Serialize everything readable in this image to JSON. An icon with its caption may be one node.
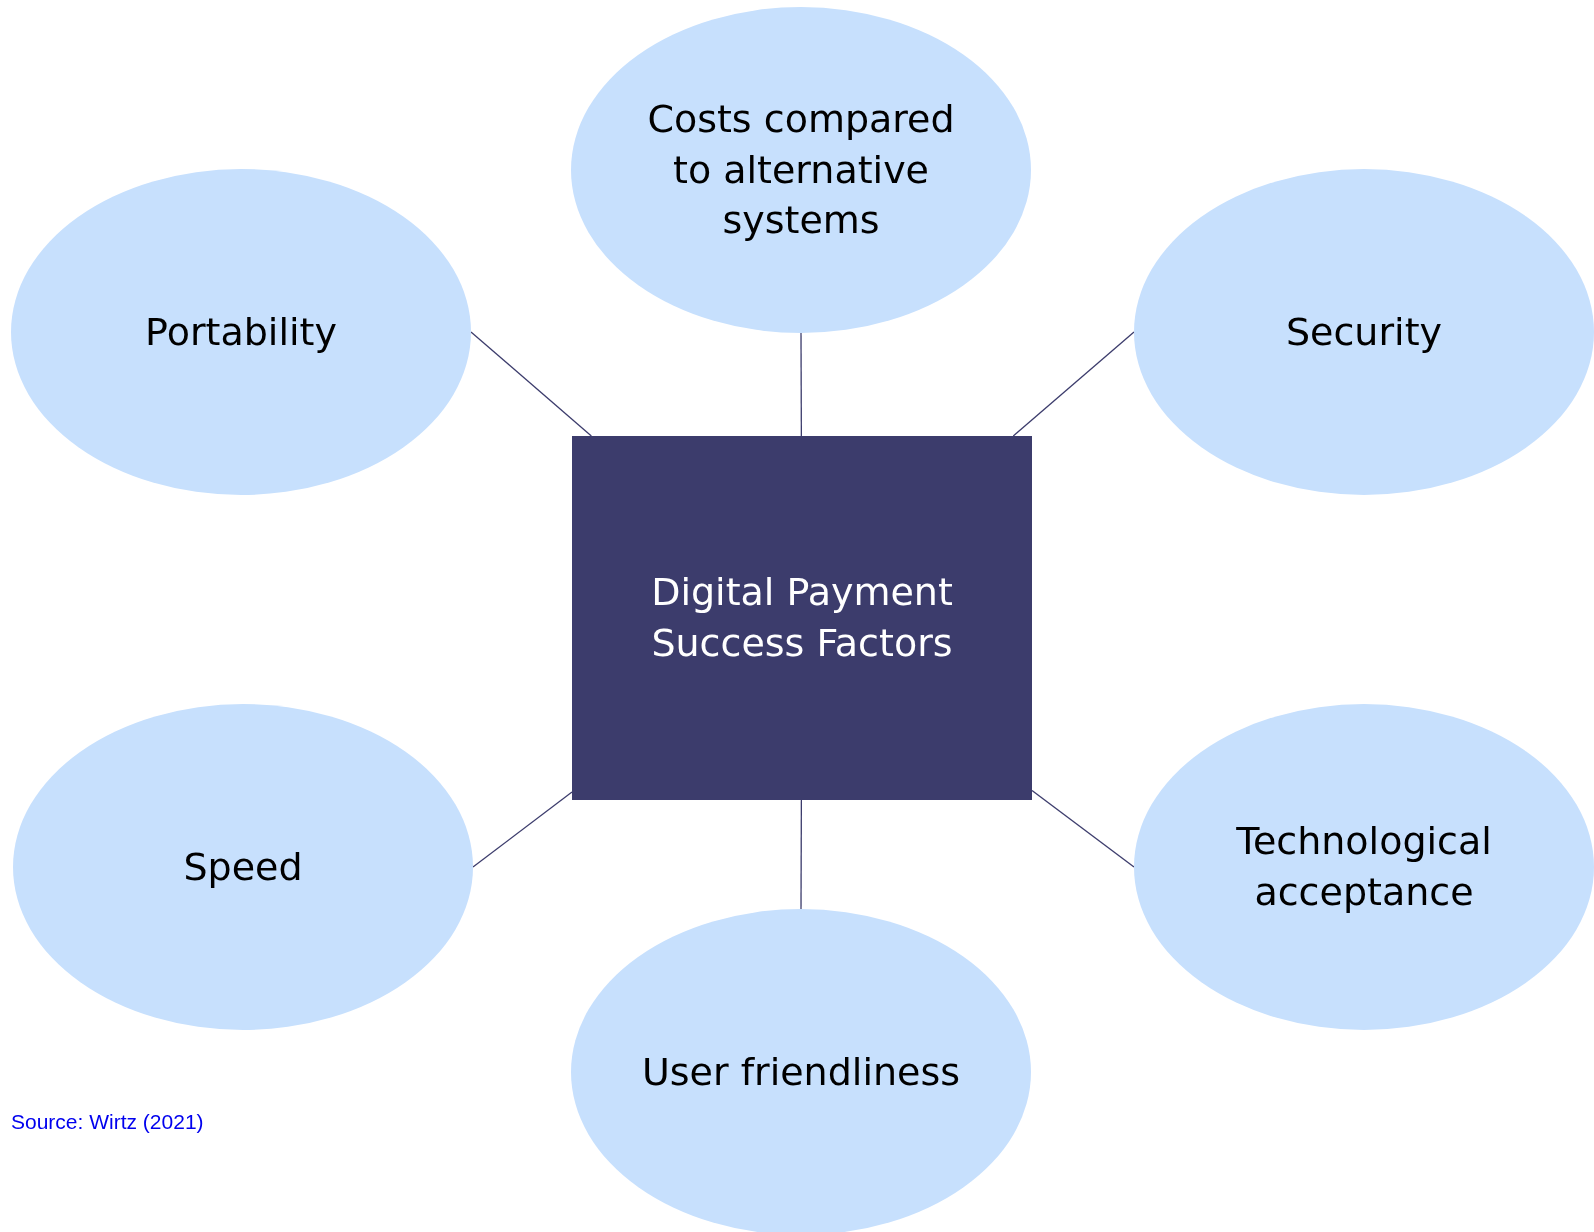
{
  "diagram": {
    "nodes": [
      {
        "text": [
          "Costs compared to alternative systems"
        ]
      },
      {
        "text": [
          "Portability"
        ]
      },
      {
        "text": [
          "Security"
        ]
      },
      {
        "text": [
          "Digital Payment Success Factors"
        ]
      },
      {
        "text": [
          "Speed"
        ]
      },
      {
        "text": [
          "Technological acceptance"
        ]
      },
      {
        "text": [
          "User friendliness"
        ]
      }
    ],
    "edges": [
      {
        "from": 3,
        "to": 0,
        "arrow": "none"
      },
      {
        "from": 3,
        "to": 1,
        "arrow": "none"
      },
      {
        "from": 3,
        "to": 2,
        "arrow": "none"
      },
      {
        "from": 3,
        "to": 4,
        "arrow": "none"
      },
      {
        "from": 3,
        "to": 5,
        "arrow": "none"
      },
      {
        "from": 3,
        "to": 6,
        "arrow": "none"
      }
    ],
    "labels": [
      "Source: Wirtz (2021)"
    ]
  }
}
